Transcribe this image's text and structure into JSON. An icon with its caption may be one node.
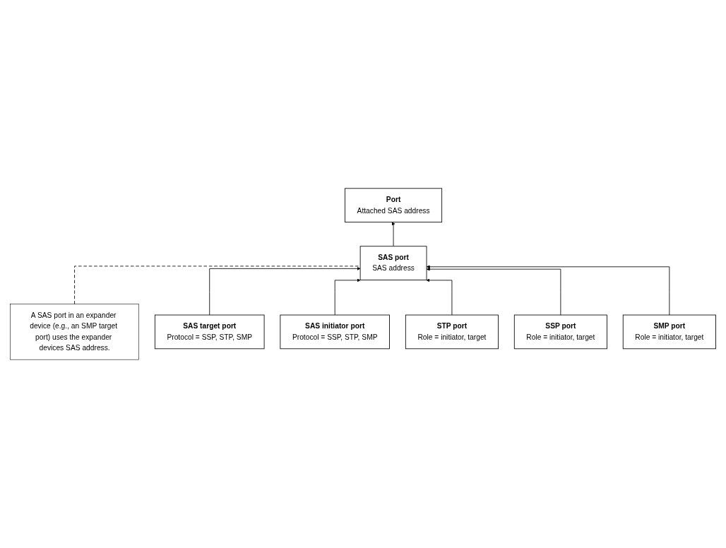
{
  "diagram": {
    "nodes": [
      {
        "text": [
          "A SAS port in an expander device (e.g., an SMP target port) uses the expander devices SAS address."
        ]
      },
      {
        "text": [
          "Port",
          "Attached SAS address"
        ]
      },
      {
        "text": [
          "SAS port",
          "SAS address"
        ]
      },
      {
        "text": [
          "SAS target port",
          "Protocol = SSP, STP, SMP"
        ]
      },
      {
        "text": [
          "SAS initiator port",
          "Protocol = SSP, STP, SMP"
        ]
      },
      {
        "text": [
          "STP port",
          "Role = initiator, target"
        ]
      },
      {
        "text": [
          "SSP port",
          "Role = initiator, target"
        ]
      },
      {
        "text": [
          "SMP port",
          "Role = initiator, target"
        ]
      }
    ],
    "edges": [
      {
        "from": 2,
        "to": 1,
        "arrow": "to"
      },
      {
        "from": 0,
        "to": 2,
        "arrow": "none",
        "style": "dashed"
      },
      {
        "from": 3,
        "to": 2,
        "arrow": "to"
      },
      {
        "from": 4,
        "to": 2,
        "arrow": "to"
      },
      {
        "from": 5,
        "to": 2,
        "arrow": "to"
      },
      {
        "from": 6,
        "to": 2,
        "arrow": "to"
      },
      {
        "from": 7,
        "to": 2,
        "arrow": "to"
      }
    ]
  }
}
